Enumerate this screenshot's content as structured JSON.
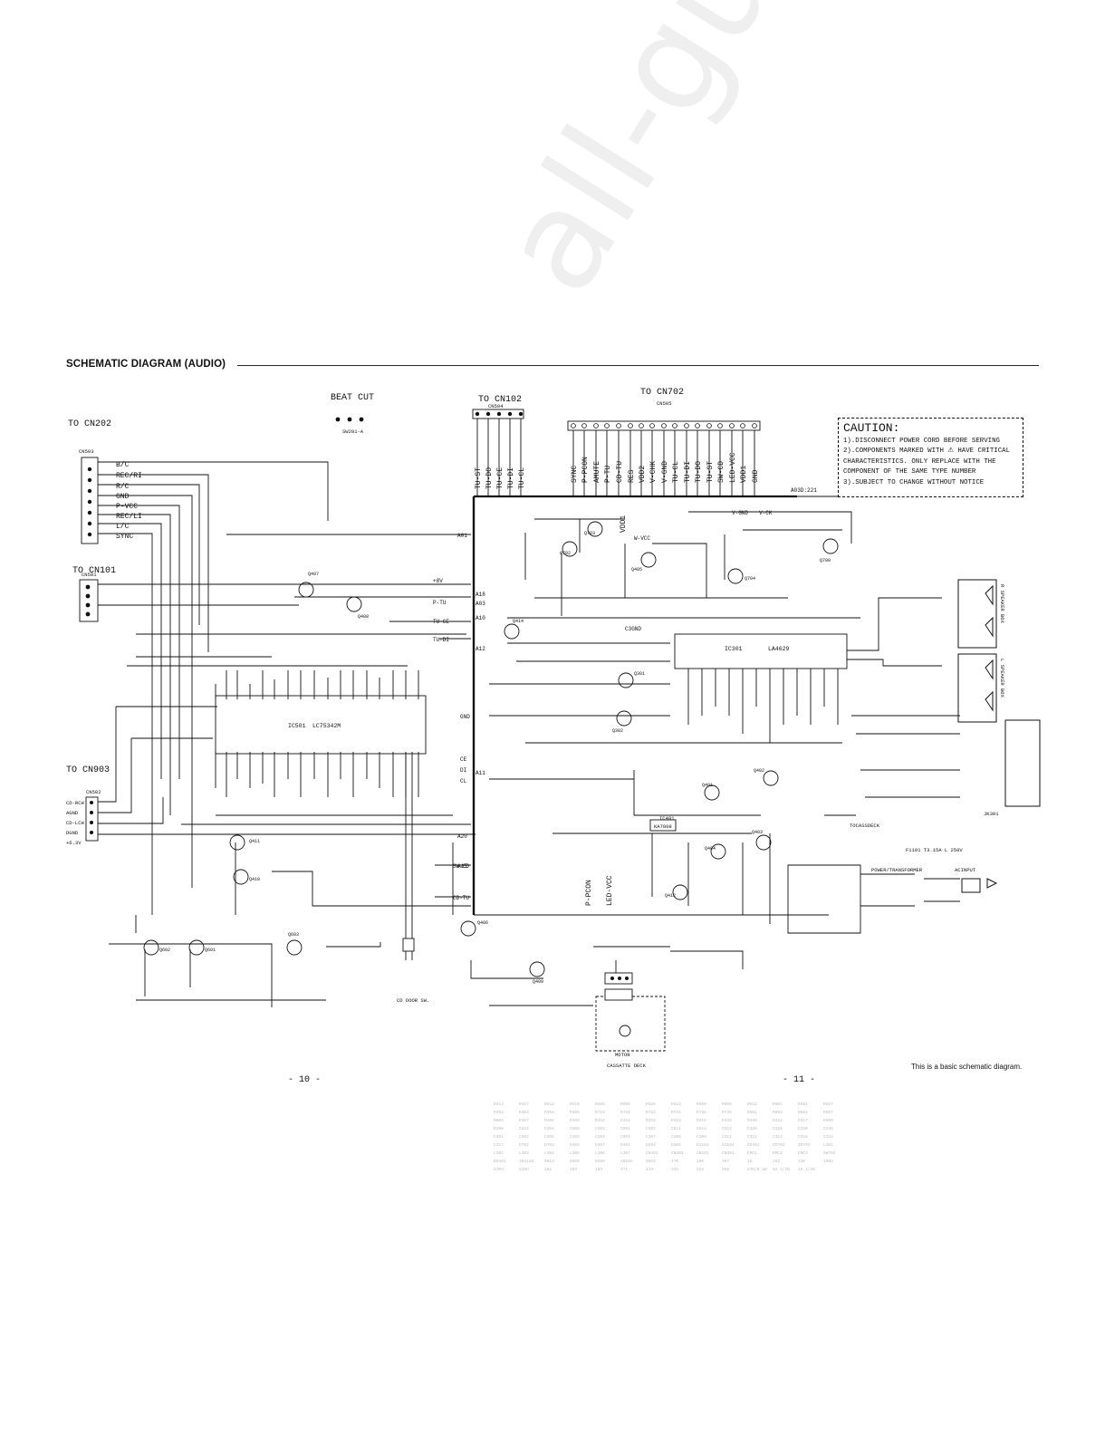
{
  "header": {
    "title": "SCHEMATIC DIAGRAM (AUDIO)"
  },
  "watermark": "all-guides.com",
  "caution": {
    "title": "CAUTION:",
    "lines": [
      "1).DISCONNECT POWER CORD BEFORE SERVING",
      "2).COMPONENTS MARKED WITH ⚠ HAVE CRITICAL",
      "   CHARACTERISTICS. ONLY REPLACE WITH THE",
      "   COMPONENT OF THE SAME TYPE NUMBER",
      "3).SUBJECT TO CHANGE WITHOUT NOTICE"
    ]
  },
  "labels": {
    "to_cn202": "TO CN202",
    "to_cn101": "TO CN101",
    "to_cn903": "TO CN903",
    "to_cn102": "TO CN102",
    "to_cn702": "TO CN702",
    "beat_cut": "BEAT CUT",
    "sw201": "SW201-A",
    "cn503": "CN503",
    "cn501": "CN501",
    "cn502": "CN502",
    "cn504": "CN504",
    "cn505": "CN505",
    "ic501": "IC501",
    "ic501_type": "LC75342M",
    "ic301": "IC301",
    "ic301_type": "LA4629",
    "ic401": "IC401",
    "ic401_type": "KA7808",
    "jk301": "JK301",
    "motor": "MOTOR",
    "cassette_deck": "CASSATTE DECK",
    "cd_door": "CD DOOR SW.",
    "power_transformer": "POWER/TRANSFORMER",
    "acinput": "ACINPUT",
    "fuse": "F1101 T3.15A L 250V",
    "r_speaker": "R SPEAKER BOX",
    "l_speaker": "L SPEAKER BOX",
    "tocassdeck": "TOCASSDECK",
    "pg_left": "- 10 -",
    "pg_right": "- 11 -",
    "note": "This is a basic schematic diagram."
  },
  "cn503_pins": [
    "B/C",
    "REC/RI",
    "R/C",
    "GND",
    "P-VCC",
    "REC/LI",
    "L/C",
    "SYNC"
  ],
  "cn502_pins": [
    "CD-RCH",
    "AGND",
    "CD-LCH",
    "DGND",
    "+6.3V"
  ],
  "cn504_pins": [
    "TU-ST",
    "TU-DO",
    "TU-CE",
    "TU-DI",
    "TU-CL"
  ],
  "cn505_pins": [
    "SYNC",
    "P-PCON",
    "AMUTE",
    "P-TU",
    "CD-TU",
    "RES",
    "VDD2",
    "V-CHK",
    "V-GND",
    "TU-CL",
    "TU-DI",
    "TU-DO",
    "TU-ST",
    "SW-CD",
    "LED-VCC",
    "VDD1",
    "GND"
  ],
  "nets": [
    "+8V",
    "P-TU",
    "TU-CE",
    "TU-DI",
    "GND",
    "CL",
    "DI",
    "CE",
    "SW-CD",
    "CD-TU",
    "VDD1",
    "W-VCC",
    "V-GND",
    "V-CK",
    "LED-VCC",
    "P-PCON",
    "A01",
    "A03",
    "A10",
    "A11",
    "A12",
    "A15",
    "A18",
    "A20",
    "A03D:221",
    "C3GND"
  ],
  "transistors": [
    "Q407",
    "Q408",
    "Q411",
    "Q410",
    "Q602",
    "Q601",
    "Q603",
    "Q406",
    "Q409",
    "Q702",
    "Q703",
    "Q405",
    "Q704",
    "Q700",
    "Q414",
    "Q301",
    "Q302",
    "Q401",
    "Q402",
    "Q404",
    "Q403",
    "Q412"
  ],
  "parts": [
    "R413",
    "R417",
    "R512",
    "R510",
    "R505",
    "R506",
    "R426",
    "R423",
    "R508",
    "R509",
    "R511",
    "R504",
    "R501",
    "R507",
    "R302",
    "R303",
    "R304",
    "R305",
    "R724",
    "R726",
    "R722",
    "R731",
    "R735",
    "R736",
    "R601",
    "R603",
    "R602",
    "R607",
    "R606",
    "R407",
    "R408",
    "R409",
    "R410",
    "R416",
    "R418",
    "R419",
    "R415",
    "R433",
    "R436",
    "R318",
    "R317",
    "R500",
    "R498",
    "C423",
    "C304",
    "C305",
    "C503",
    "C501",
    "C502",
    "C511",
    "C514",
    "C512",
    "C329",
    "C328",
    "C330",
    "C436",
    "C401",
    "C402",
    "C405",
    "C406",
    "C203",
    "C603",
    "C307",
    "C308",
    "C309",
    "C311",
    "C312",
    "C313",
    "C315",
    "C316",
    "C317",
    "D702",
    "D703",
    "D406",
    "D407",
    "D403",
    "D404",
    "D405",
    "D1101",
    "D1104",
    "ZD402",
    "ZD701",
    "ZD703",
    "L301",
    "L302",
    "L303",
    "L304",
    "L305",
    "L306",
    "L307",
    "CN401",
    "CN403",
    "CN201",
    "CN301",
    "EMC1",
    "EMC2",
    "EMC3",
    "SW704",
    "BZ401",
    "IN4148",
    "9014",
    "8050",
    "8550",
    "A928A",
    "9015",
    "47K",
    "10K",
    "4K7",
    "1K",
    "2K2",
    "33K",
    "100U",
    "470U",
    "220U",
    "102",
    "103",
    "104",
    "471",
    "473",
    "332",
    "222",
    "5K6",
    "470/0.5W",
    "62 1/2W",
    "1K 1/2W"
  ]
}
